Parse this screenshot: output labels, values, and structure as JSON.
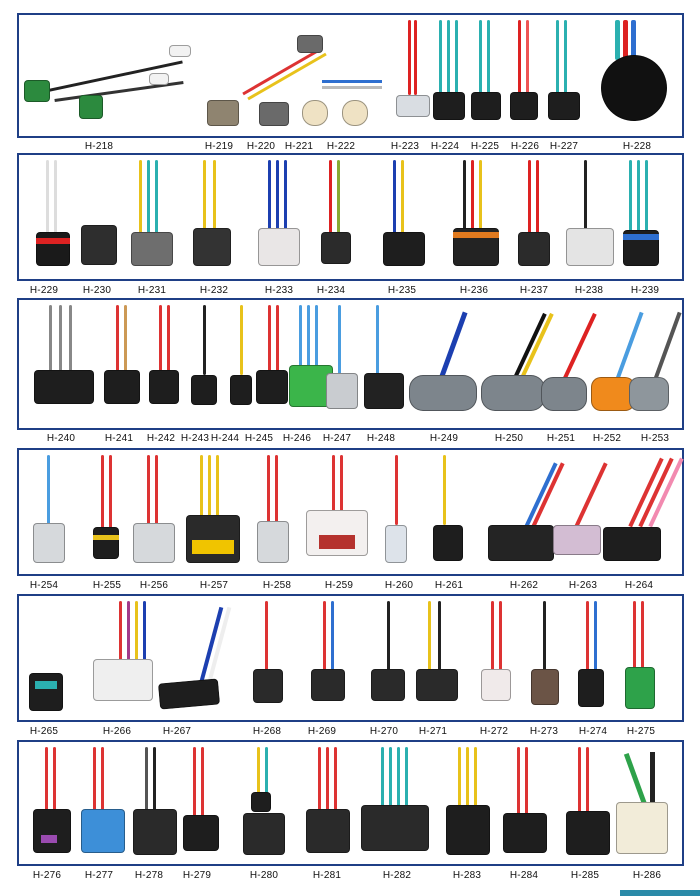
{
  "rows": [
    {
      "labels": [
        "H-218",
        "H-219",
        "H-220",
        "H-221",
        "H-222",
        "H-223",
        "H-224",
        "H-225",
        "H-226",
        "H-227",
        "H-228"
      ]
    },
    {
      "labels": [
        "H-229",
        "H-230",
        "H-231",
        "H-232",
        "H-233",
        "H-234",
        "H-235",
        "H-236",
        "H-237",
        "H-238",
        "H-239"
      ]
    },
    {
      "labels": [
        "H-240",
        "H-241",
        "H-242",
        "H-243",
        "H-244",
        "H-245",
        "H-246",
        "H-247",
        "H-248",
        "H-249",
        "H-250",
        "H-251",
        "H-252",
        "H-253"
      ]
    },
    {
      "labels": [
        "H-254",
        "H-255",
        "H-256",
        "H-257",
        "H-258",
        "H-259",
        "H-260",
        "H-261",
        "H-262",
        "H-263",
        "H-264"
      ]
    },
    {
      "labels": [
        "H-265",
        "H-266",
        "H-267",
        "H-268",
        "H-269",
        "H-270",
        "H-271",
        "H-272",
        "H-273",
        "H-274",
        "H-275"
      ]
    },
    {
      "labels": [
        "H-276",
        "H-277",
        "H-278",
        "H-279",
        "H-280",
        "H-281",
        "H-282",
        "H-283",
        "H-284",
        "H-285",
        "H-286"
      ]
    }
  ],
  "colors": {
    "frame": "#1f3f86",
    "accent_bar": "#2a8aa8"
  }
}
